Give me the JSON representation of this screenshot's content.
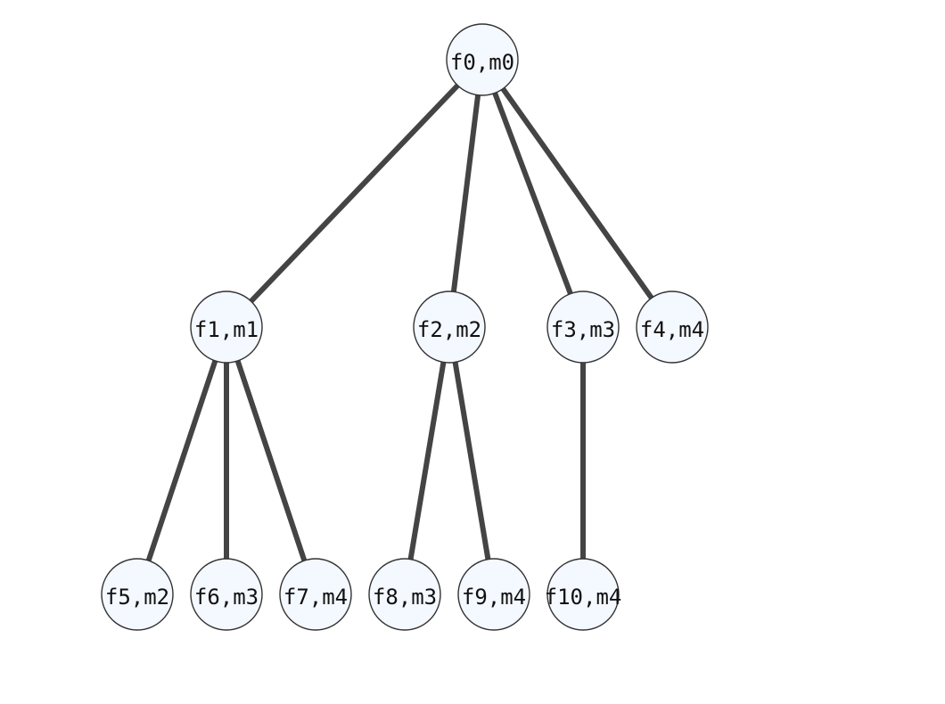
{
  "tree": {
    "colors": {
      "node_fill": "#f4f8ff",
      "node_stroke": "#333333",
      "edge": "#444444",
      "label": "#111111"
    },
    "nodes": [
      {
        "id": "n0",
        "label": "f0,m0"
      },
      {
        "id": "n1",
        "label": "f1,m1"
      },
      {
        "id": "n2",
        "label": "f2,m2"
      },
      {
        "id": "n3",
        "label": "f3,m3"
      },
      {
        "id": "n4",
        "label": "f4,m4"
      },
      {
        "id": "n5",
        "label": "f5,m2"
      },
      {
        "id": "n6",
        "label": "f6,m3"
      },
      {
        "id": "n7",
        "label": "f7,m4"
      },
      {
        "id": "n8",
        "label": "f8,m3"
      },
      {
        "id": "n9",
        "label": "f9,m4"
      },
      {
        "id": "n10",
        "label": "f10,m4"
      }
    ],
    "edges": [
      {
        "from": "n0",
        "to": "n1"
      },
      {
        "from": "n0",
        "to": "n2"
      },
      {
        "from": "n0",
        "to": "n3"
      },
      {
        "from": "n0",
        "to": "n4"
      },
      {
        "from": "n1",
        "to": "n5"
      },
      {
        "from": "n1",
        "to": "n6"
      },
      {
        "from": "n1",
        "to": "n7"
      },
      {
        "from": "n2",
        "to": "n8"
      },
      {
        "from": "n2",
        "to": "n9"
      },
      {
        "from": "n3",
        "to": "n10"
      }
    ]
  }
}
